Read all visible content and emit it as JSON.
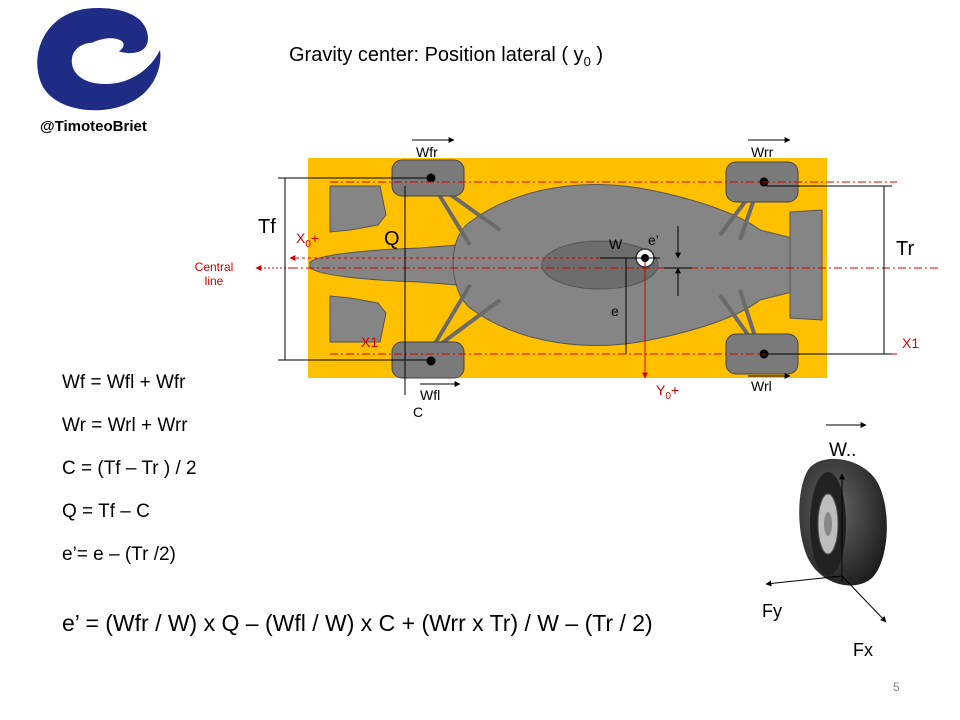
{
  "title_main": "Gravity center: Position lateral ( y",
  "title_sub": "0",
  "title_end": " )",
  "logo_handle": "@TimoteoBriet",
  "labels": {
    "wfr": "Wfr",
    "wrr": "Wrr",
    "wfl": "Wfl",
    "wrl": "Wrl",
    "tf": "Tf",
    "tr": "Tr",
    "q": "Q",
    "c": "C",
    "w": "W",
    "e_prime": "e’",
    "e": "e",
    "x0": "X",
    "x0_sub": "0",
    "plus": "+",
    "y0": "Y",
    "y0_sub": "0",
    "central_line_1": "Central",
    "central_line_2": "line",
    "x1_left": "X1",
    "x1_right": "X1",
    "w_dots": "W..",
    "fy": "Fy",
    "fx": "Fx"
  },
  "equations": [
    "Wf = Wfl + Wfr",
    "Wr = Wrl + Wrr",
    "C = (Tf – Tr ) / 2",
    "Q = Tf – C",
    "e’= e – (Tr /2)"
  ],
  "main_equation": "e’ = (Wfr / W) x Q – (Wfl / W) x C + (Wrr x Tr) / W – (Tr / 2)",
  "page_number": "5",
  "colors": {
    "logo_blue": "#1f2c85",
    "background_box": "#ffc000",
    "car_gray": "#7f7f7f",
    "red_line": "#d40000"
  }
}
